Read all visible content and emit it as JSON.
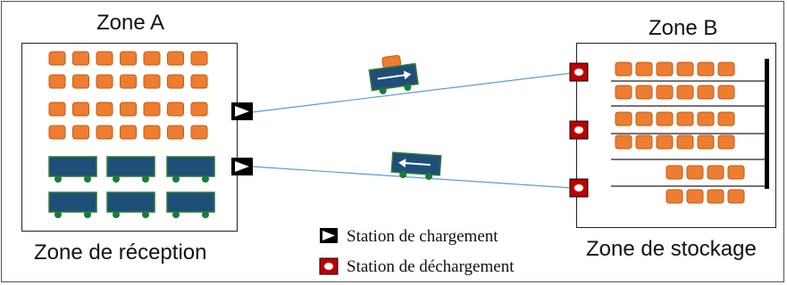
{
  "zone_a": {
    "title": "Zone A",
    "caption": "Zone de réception"
  },
  "zone_b": {
    "title": "Zone B",
    "caption": "Zone de stockage"
  },
  "legend": {
    "loading_label": "Station de chargement",
    "unloading_label": "Station de déchargement"
  },
  "colors": {
    "package": "#ED7D31",
    "package_border": "#C55A11",
    "cart": "#1F4E79",
    "cart_border": "#2E7D32",
    "wheel": "#1B7A3A",
    "path": "#5B9BD5",
    "unload_station": "#C00000",
    "shelf_post": "#000000"
  },
  "icons": {
    "loading_station": "right-triangle-flag-icon",
    "unloading_station": "red-square-dot-icon",
    "arrow_right": "arrow-right-icon",
    "arrow_left": "arrow-left-icon"
  }
}
